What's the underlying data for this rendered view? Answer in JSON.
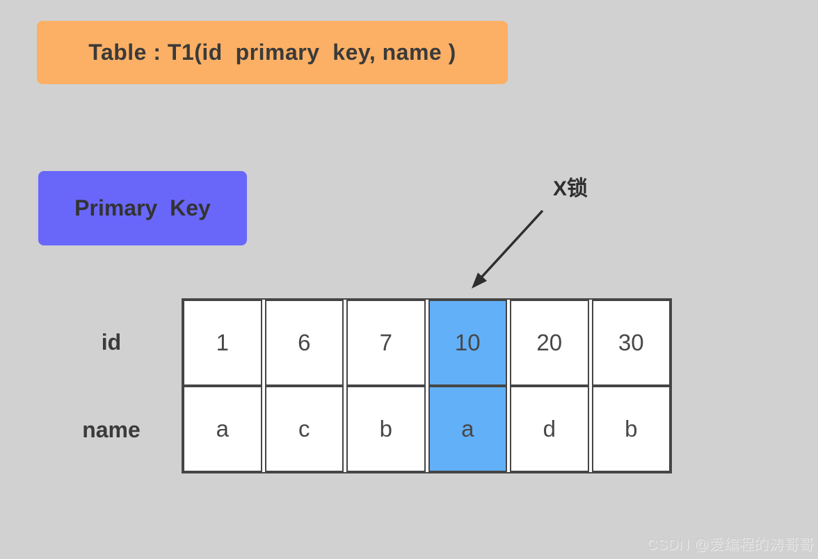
{
  "page": {
    "background": "#d1d1d1"
  },
  "title_box": {
    "label": "Table : T1(id  primary  key, name )",
    "bg": "#fbb065"
  },
  "primary_key_box": {
    "label": "Primary  Key",
    "bg": "#6967fa"
  },
  "lock_annotation": {
    "label": "X锁"
  },
  "table": {
    "row_headers": [
      "id",
      "name"
    ],
    "columns": [
      {
        "id": "1",
        "name": "a",
        "highlighted": false
      },
      {
        "id": "6",
        "name": "c",
        "highlighted": false
      },
      {
        "id": "7",
        "name": "b",
        "highlighted": false
      },
      {
        "id": "10",
        "name": "a",
        "highlighted": true
      },
      {
        "id": "20",
        "name": "d",
        "highlighted": false
      },
      {
        "id": "30",
        "name": "b",
        "highlighted": false
      }
    ],
    "highlight_color": "#62b0f8",
    "cell_bg": "#ffffff",
    "border_color": "#454545"
  },
  "watermark": {
    "text": "CSDN @爱编程的涛哥哥"
  }
}
